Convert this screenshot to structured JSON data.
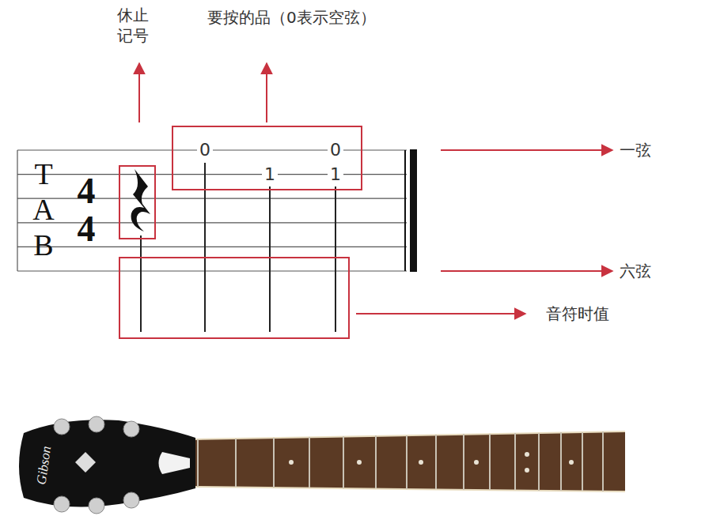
{
  "diagram": {
    "labels": [
      "休止 记号",
      "要按的品（0表示空弦）",
      "T",
      "A",
      "B",
      "4",
      "4",
      "0",
      "1",
      "0",
      "1",
      "一弦",
      "六弦",
      "音符时值",
      "Gibson"
    ]
  }
}
